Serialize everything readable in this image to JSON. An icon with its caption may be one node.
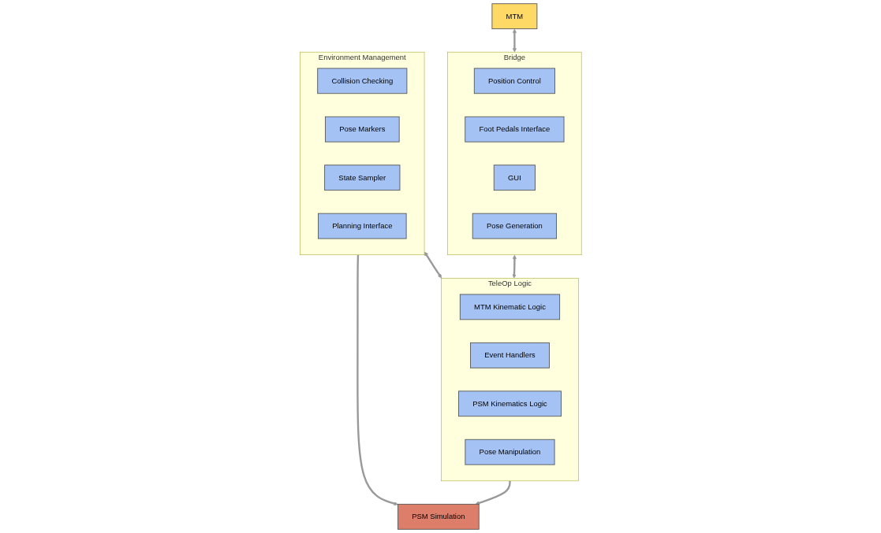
{
  "diagram": {
    "nodes": [
      {
        "text": [
          "MTM"
        ]
      },
      {
        "text": [
          "Bridge"
        ]
      },
      {
        "text": [
          "Position Control"
        ],
        "in": 1
      },
      {
        "text": [
          "Foot Pedals Interface"
        ],
        "in": 1
      },
      {
        "text": [
          "GUI"
        ],
        "in": 1
      },
      {
        "text": [
          "Pose Generation"
        ],
        "in": 1
      },
      {
        "text": [
          "PSM Simulation"
        ]
      },
      {
        "text": [
          "Environment Management"
        ]
      },
      {
        "text": [
          "Collision Checking"
        ],
        "in": 7
      },
      {
        "text": [
          "Pose Markers"
        ],
        "in": 7
      },
      {
        "text": [
          "State Sampler"
        ],
        "in": 7
      },
      {
        "text": [
          "Planning Interface"
        ],
        "in": 7
      },
      {
        "text": [
          "TeleOp Logic"
        ]
      },
      {
        "text": [
          "MTM Kinematic Logic"
        ],
        "in": 12
      },
      {
        "text": [
          "Event Handlers"
        ],
        "in": 12
      },
      {
        "text": [
          "PSM Kinematics Logic"
        ],
        "in": 12
      },
      {
        "text": [
          "Pose Manipulation"
        ],
        "in": 12
      }
    ],
    "edges": [
      {
        "from": 0,
        "to": 1,
        "arrow": "both"
      },
      {
        "from": 1,
        "to": 12,
        "arrow": "both"
      },
      {
        "from": 7,
        "to": 12,
        "arrow": "both"
      },
      {
        "from": 7,
        "to": 6,
        "arrow": "to"
      },
      {
        "from": 12,
        "to": 6,
        "arrow": "to"
      }
    ]
  }
}
